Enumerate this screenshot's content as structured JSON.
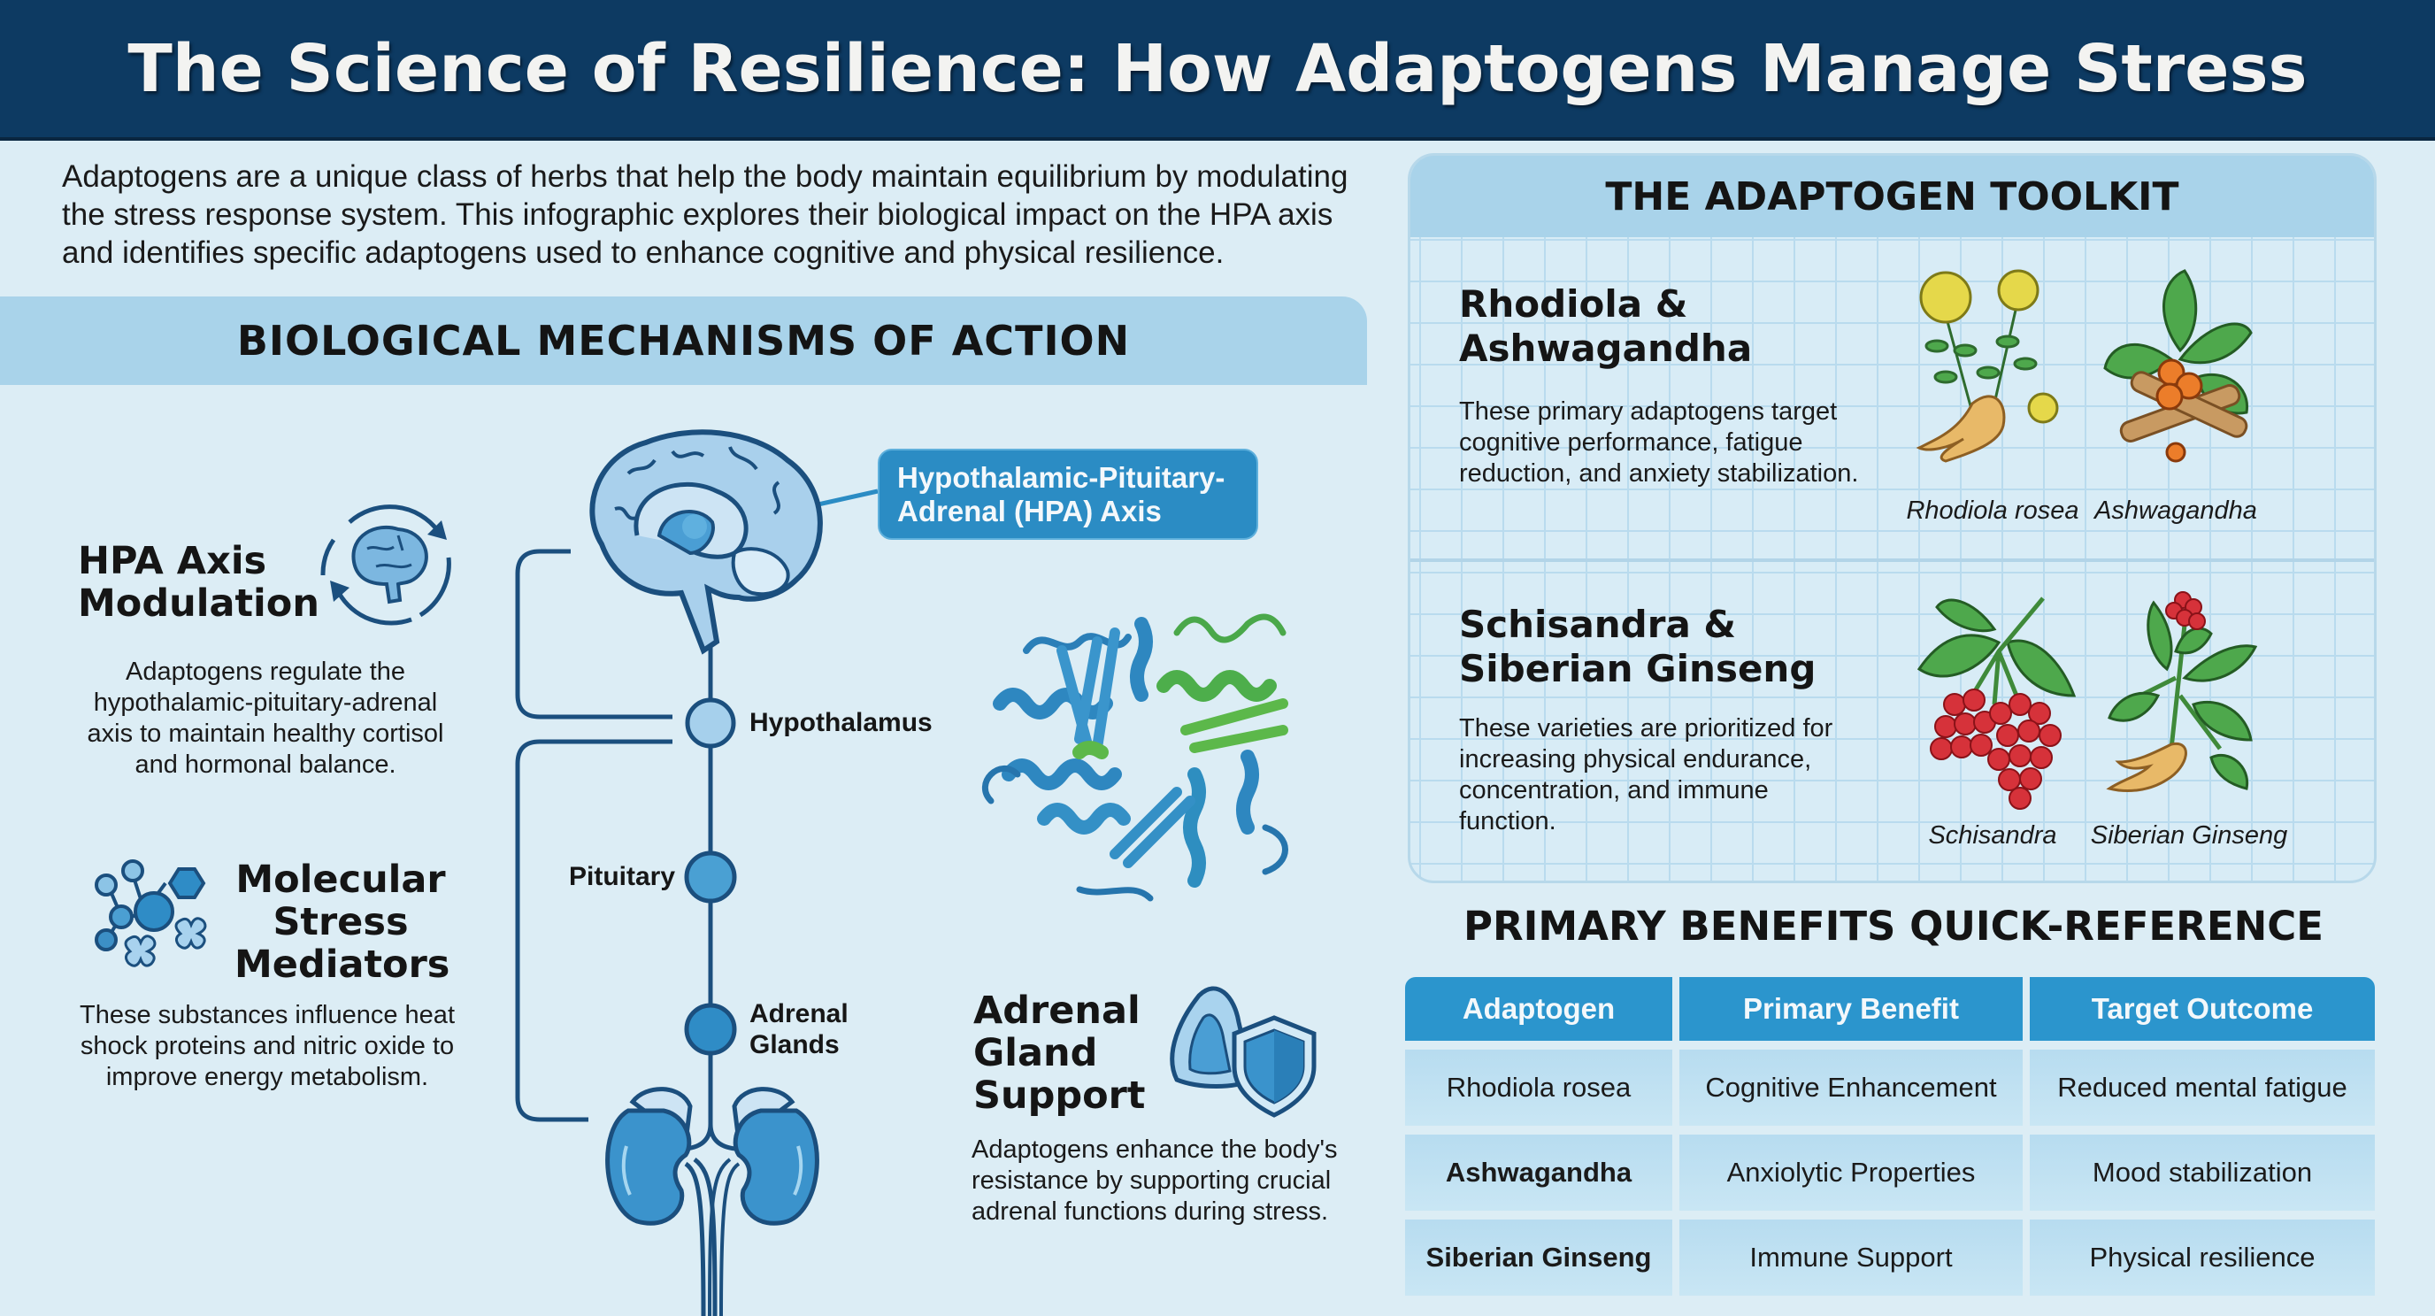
{
  "header": {
    "title": "The Science of Resilience: How Adaptogens Manage Stress"
  },
  "intro": "Adaptogens are a unique class of herbs that help the body maintain equilibrium by modulating the stress response system. This infographic explores their biological impact on the HPA axis and identifies specific adaptogens used to enhance cognitive and physical resilience.",
  "mechanisms": {
    "title": "BIOLOGICAL MECHANISMS OF ACTION",
    "hpa_modulation": {
      "title_line1": "HPA Axis",
      "title_line2": "Modulation",
      "body": "Adaptogens regulate the hypothalamic-pituitary-adrenal axis to maintain healthy cortisol and hormonal balance.",
      "icon": "brain-cycle-icon"
    },
    "molecular": {
      "title_line1": "Molecular",
      "title_line2": "Stress",
      "title_line3": "Mediators",
      "body": "These substances influence heat shock proteins and nitric oxide to improve energy metabolism.",
      "icon": "molecule-icon"
    },
    "adrenal_support": {
      "title_line1": "Adrenal",
      "title_line2": "Gland",
      "title_line3": "Support",
      "body": "Adaptogens enhance the body's resistance by supporting crucial adrenal functions during stress.",
      "icon": "adrenal-shield-icon"
    },
    "diagram": {
      "axis_label_line1": "Hypothalamic-Pituitary-",
      "axis_label_line2": "Adrenal (HPA) Axis",
      "nodes": [
        {
          "label": "Hypothalamus"
        },
        {
          "label": "Pituitary"
        },
        {
          "label_line1": "Adrenal",
          "label_line2": "Glands"
        }
      ],
      "illustrations": [
        "brain-icon",
        "protein-structure-icon",
        "kidneys-icon"
      ]
    }
  },
  "toolkit": {
    "title": "THE ADAPTOGEN TOOLKIT",
    "groups": [
      {
        "title_line1": "Rhodiola &",
        "title_line2": "Ashwagandha",
        "body": "These primary adaptogens target cognitive performance, fatigue reduction, and anxiety stabilization.",
        "plants": [
          {
            "caption": "Rhodiola rosea",
            "icon": "rhodiola-plant-icon"
          },
          {
            "caption": "Ashwagandha",
            "icon": "ashwagandha-plant-icon"
          }
        ]
      },
      {
        "title_line1": "Schisandra &",
        "title_line2": "Siberian Ginseng",
        "body": "These varieties are prioritized for increasing physical endurance, concentration, and immune function.",
        "plants": [
          {
            "caption": "Schisandra",
            "icon": "schisandra-berries-icon"
          },
          {
            "caption": "Siberian Ginseng",
            "icon": "siberian-ginseng-plant-icon"
          }
        ]
      }
    ]
  },
  "reference": {
    "title": "PRIMARY BENEFITS QUICK-REFERENCE",
    "columns": [
      "Adaptogen",
      "Primary Benefit",
      "Target Outcome"
    ],
    "rows": [
      [
        "Rhodiola rosea",
        "Cognitive Enhancement",
        "Reduced mental fatigue"
      ],
      [
        "Ashwagandha",
        "Anxiolytic Properties",
        "Mood stabilization"
      ],
      [
        "Siberian Ginseng",
        "Immune Support",
        "Physical resilience"
      ]
    ]
  },
  "colors": {
    "header_bg": "#0d3a62",
    "banner_bg": "#a9d3ea",
    "page_bg": "#dcedf5",
    "accent_blue": "#2b8cc4",
    "table_header": "#2b95cd",
    "outline_navy": "#1b4f7e"
  }
}
